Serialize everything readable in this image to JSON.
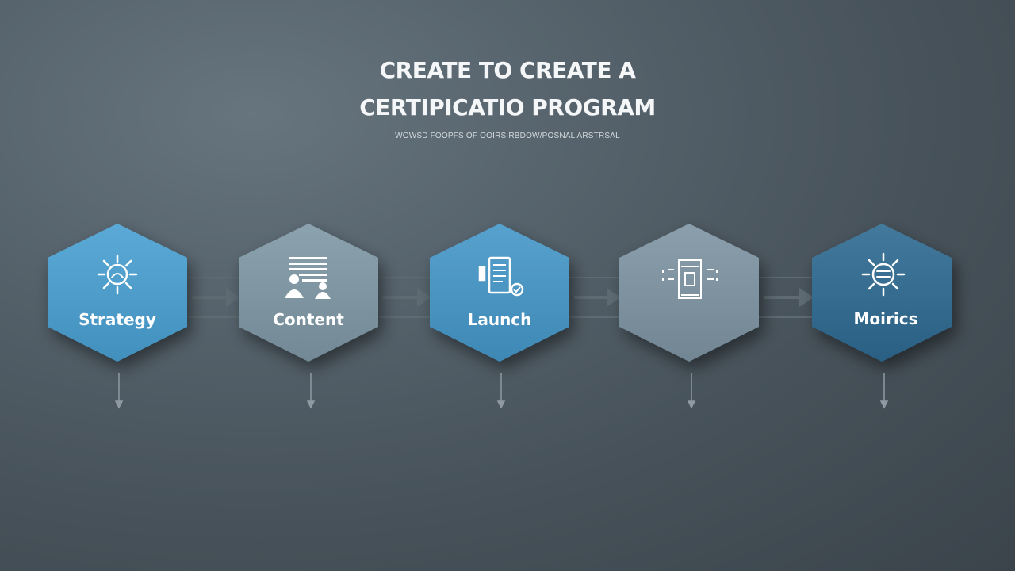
{
  "title": {
    "line1": "CREATE TO CREATE A",
    "line2": "CERTIPICATIO PROGRAM"
  },
  "subtitle": "WOWSD FOOPFS OF OOIRS RBDOW/POSNAL ARSTRSAL",
  "steps": [
    {
      "label": "Strategy",
      "icon": "gear-burst-icon",
      "color": "#48a0d2"
    },
    {
      "label": "Content",
      "icon": "people-presentation-icon",
      "color": "#7f98a6"
    },
    {
      "label": "Launch",
      "icon": "document-checklist-icon",
      "color": "#4497c9"
    },
    {
      "label": "",
      "icon": "server-rack-icon",
      "color": "#7e94a3"
    },
    {
      "label": "Moirics",
      "icon": "badge-burst-icon",
      "color": "#2f6b91"
    }
  ],
  "colors": {
    "background": "#4b565e",
    "connector": "#5e6b73",
    "text": "#ffffff"
  }
}
